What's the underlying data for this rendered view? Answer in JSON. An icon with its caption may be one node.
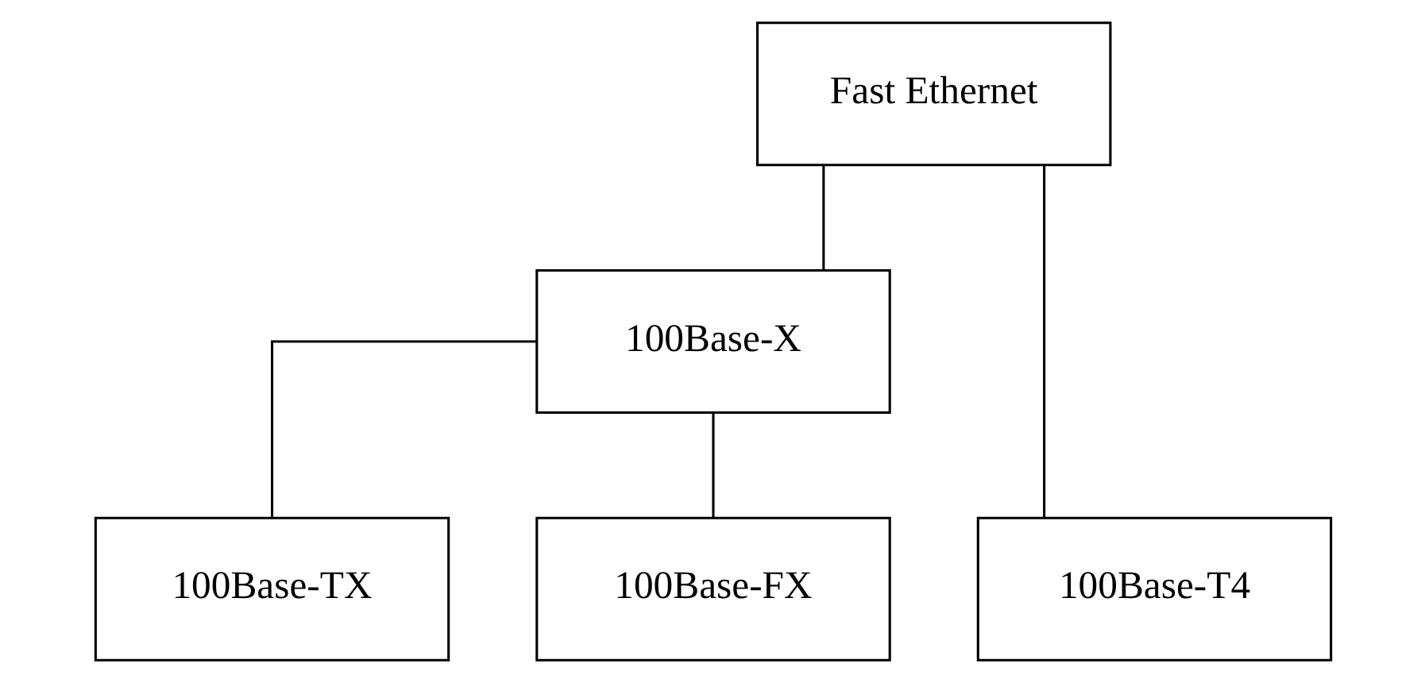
{
  "diagram": {
    "nodes": [
      {
        "text": [
          "Fast Ethernet"
        ]
      },
      {
        "text": [
          "100Base-X"
        ]
      },
      {
        "text": [
          "100Base-TX"
        ]
      },
      {
        "text": [
          "100Base-FX"
        ]
      },
      {
        "text": [
          "100Base-T4"
        ]
      }
    ],
    "edges": [
      {
        "from": 0,
        "to": 1,
        "arrow": "none"
      },
      {
        "from": 0,
        "to": 4,
        "arrow": "none"
      },
      {
        "from": 1,
        "to": 2,
        "arrow": "none"
      },
      {
        "from": 1,
        "to": 3,
        "arrow": "none"
      }
    ]
  }
}
